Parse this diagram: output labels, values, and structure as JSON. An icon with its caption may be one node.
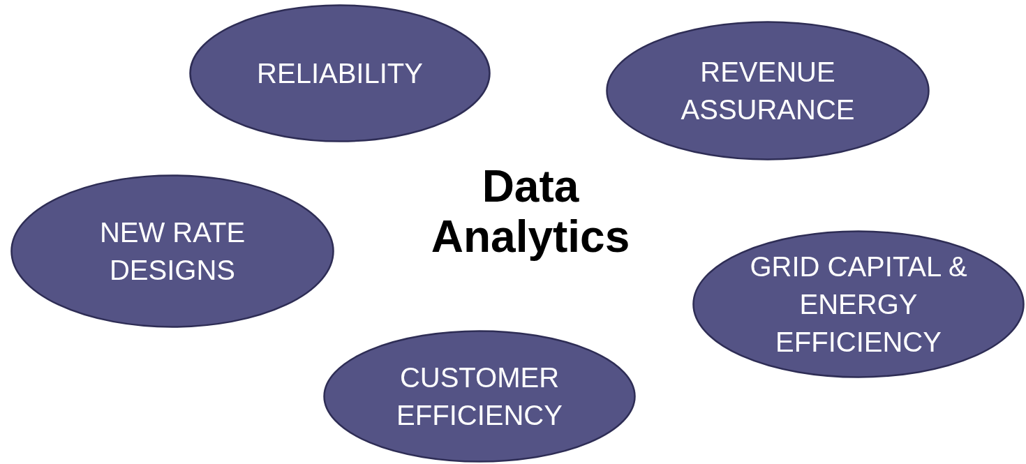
{
  "diagram": {
    "nodes": [
      {
        "text": [
          "RELIABILITY"
        ]
      },
      {
        "text": [
          "REVENUE ASSURANCE"
        ]
      },
      {
        "text": [
          "NEW RATE DESIGNS"
        ]
      },
      {
        "text": [
          "GRID CAPITAL & ENERGY EFFICIENCY"
        ]
      },
      {
        "text": [
          "CUSTOMER EFFICIENCY"
        ]
      }
    ],
    "edges": [],
    "labels": [
      "Data Analytics"
    ]
  }
}
